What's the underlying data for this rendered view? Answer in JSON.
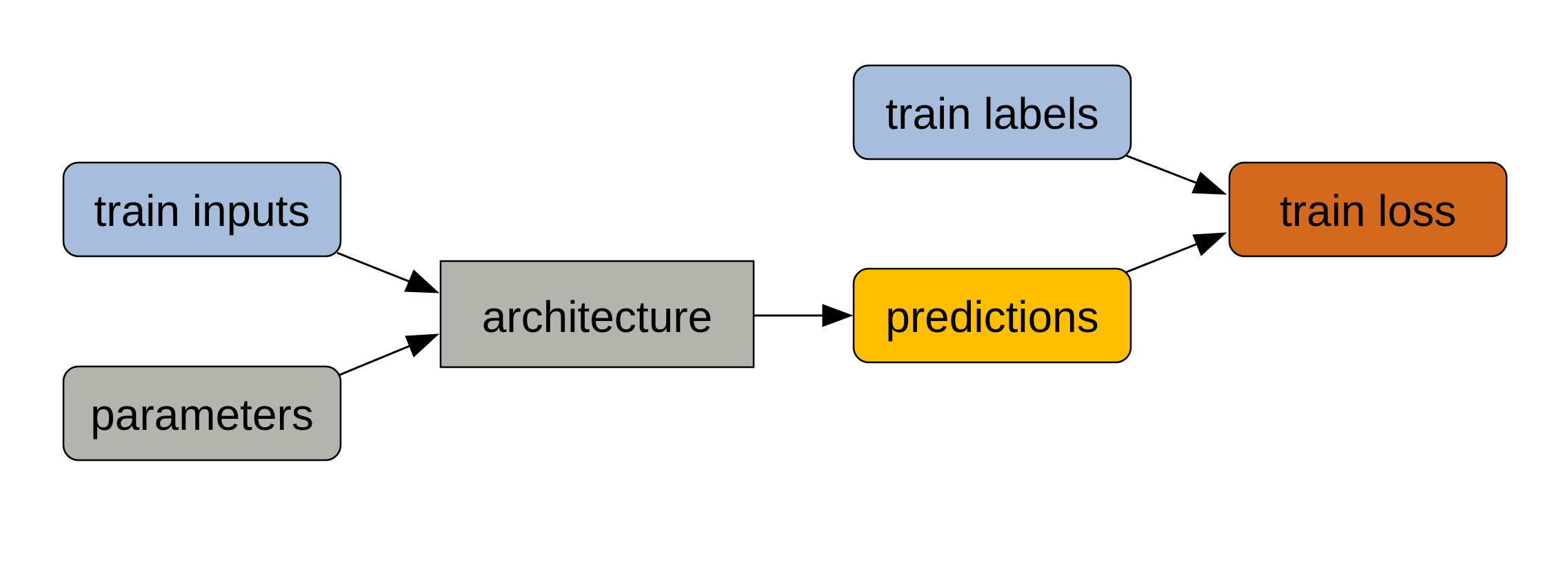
{
  "colors": {
    "input": "#a6bddb",
    "parameter": "#b2b4ad",
    "prediction": "#ffbf00",
    "loss": "#d2691e",
    "stroke": "#000000",
    "background": "#ffffff"
  },
  "nodes": {
    "train_inputs": {
      "label": "train inputs",
      "kind": "input"
    },
    "parameters": {
      "label": "parameters",
      "kind": "parameter"
    },
    "architecture": {
      "label": "architecture",
      "kind": "parameter"
    },
    "train_labels": {
      "label": "train labels",
      "kind": "input"
    },
    "predictions": {
      "label": "predictions",
      "kind": "prediction"
    },
    "train_loss": {
      "label": "train loss",
      "kind": "loss"
    }
  },
  "edges": [
    {
      "from": "train_inputs",
      "to": "architecture"
    },
    {
      "from": "parameters",
      "to": "architecture"
    },
    {
      "from": "architecture",
      "to": "predictions"
    },
    {
      "from": "train_labels",
      "to": "train_loss"
    },
    {
      "from": "predictions",
      "to": "train_loss"
    }
  ]
}
